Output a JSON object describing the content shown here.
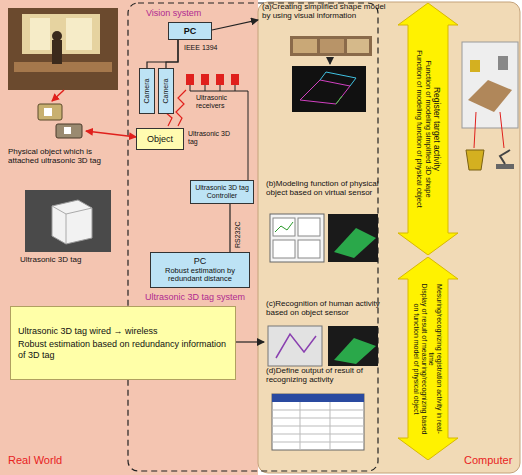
{
  "diagram": {
    "nodes": [
      {
        "text": [
          "Real World"
        ]
      },
      {
        "text": [
          "Computer"
        ]
      },
      {
        "text": [
          "PC"
        ],
        "in": 0
      },
      {
        "text": [
          "Camera"
        ],
        "in": 0
      },
      {
        "text": [
          "Camera"
        ],
        "in": 0
      },
      {
        "text": [
          "Object"
        ],
        "in": 0
      },
      {
        "text": [
          "Ultrasonic 3D tag Controller"
        ],
        "in": 0
      },
      {
        "text": [
          "PC",
          "Robust estimation by redundant distance"
        ],
        "in": 0
      },
      {
        "text": [
          "Ultrasonic 3D tag wired → wireless",
          "Robust estimation based on redundancy information of 3D tag"
        ],
        "in": 0
      },
      {
        "text": [
          "Register target activity",
          "Function of modeling simplified 3D shape",
          "Function of modeling function of physical object"
        ],
        "in": 1
      },
      {
        "text": [
          "Mesuring/recognizing registration activity in real-time",
          "Display of result of measuring/recognizing based on function model of physical object"
        ],
        "in": 1
      }
    ],
    "edges": [
      {
        "from": 2,
        "to": 3,
        "arrow": "none"
      },
      {
        "from": 2,
        "to": 4,
        "arrow": "none"
      },
      {
        "from": 6,
        "to": 7,
        "arrow": "none"
      }
    ],
    "labels": [
      "Vision system",
      "IEEE 1394",
      "Ultrasonic receivers",
      "Ultrasonic 3D tag",
      "Physical object which is attached ultrasonic 3D tag",
      "Ultrasonic 3D tag",
      "RS232C",
      "Ultrasonic 3D tag system",
      "(a)Creating simplified shape model by using visual information",
      "(b)Modeling function of physical object based on virtual sensor",
      "(c)Recognition of human activity based on object sensor",
      "(d)Define output of result of recognizing activity"
    ]
  }
}
